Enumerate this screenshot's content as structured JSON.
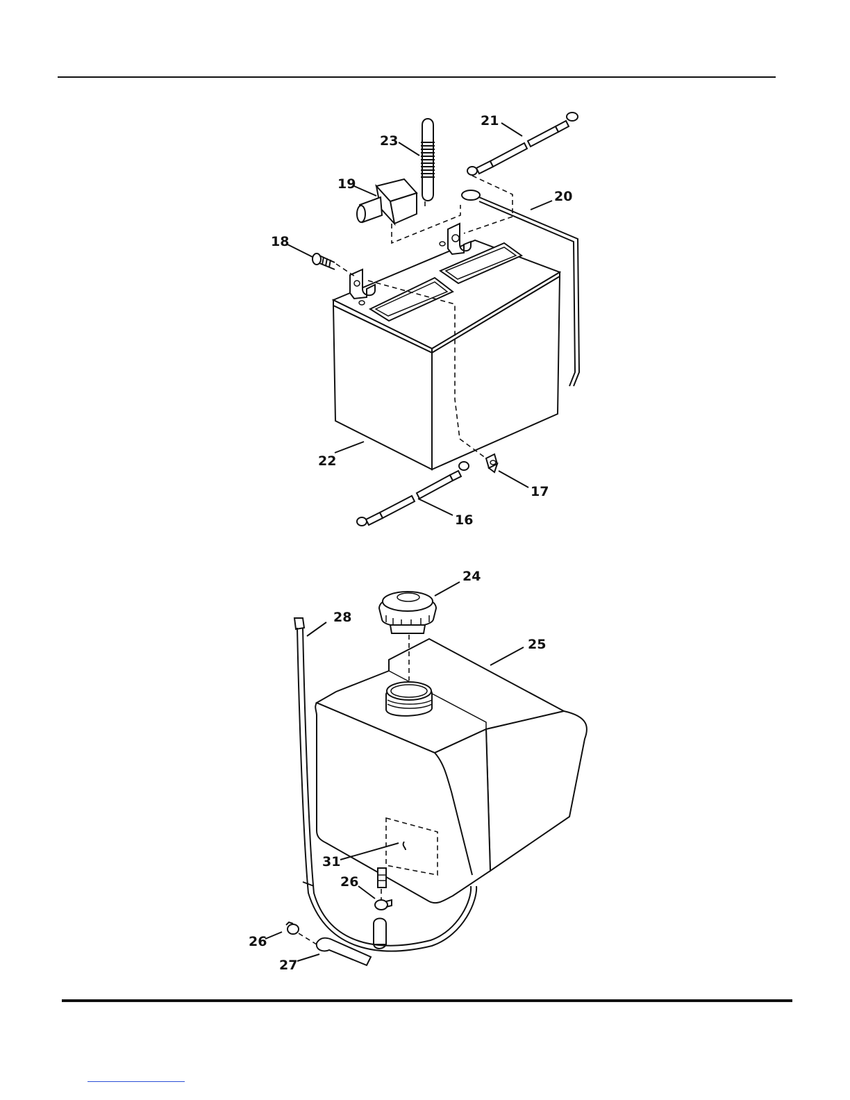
{
  "callouts": {
    "c16": "16",
    "c17": "17",
    "c18": "18",
    "c19": "19",
    "c20": "20",
    "c21": "21",
    "c22": "22",
    "c23": "23",
    "c24": "24",
    "c25": "25",
    "c26a": "26",
    "c26b": "26",
    "c27": "27",
    "c28": "28",
    "c31": "31"
  },
  "colors": {
    "ink": "#111111",
    "paper": "#ffffff",
    "link": "#2a4fd6"
  }
}
